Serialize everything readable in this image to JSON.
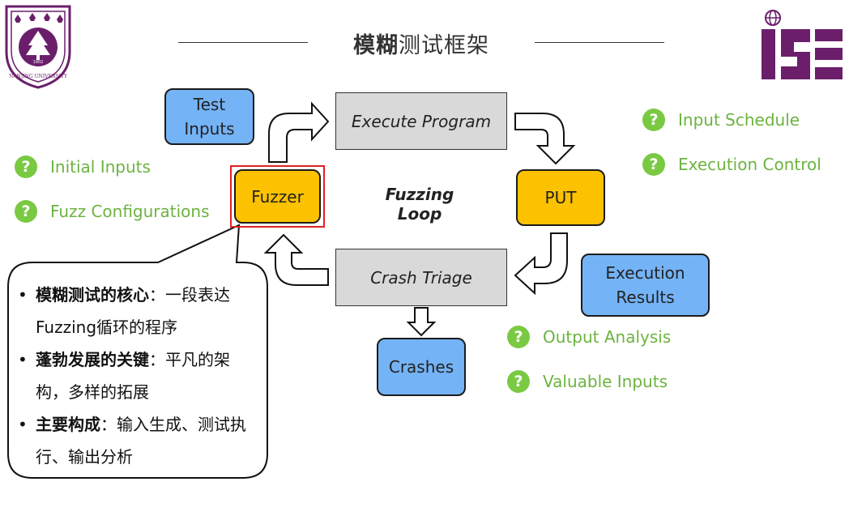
{
  "title": {
    "bold": "模糊",
    "rest": "测试框架"
  },
  "loop_label": "Fuzzing Loop",
  "boxes": {
    "test_inputs": [
      "Test",
      "Inputs"
    ],
    "execute_program": "Execute Program",
    "fuzzer": "Fuzzer",
    "put": "PUT",
    "crash_triage": "Crash Triage",
    "execution_results": [
      "Execution",
      "Results"
    ],
    "crashes": "Crashes"
  },
  "questions_left": [
    "Initial Inputs",
    "Fuzz Configurations"
  ],
  "questions_right_top": [
    "Input Schedule",
    "Execution Control"
  ],
  "questions_right_bottom": [
    "Output Analysis",
    "Valuable Inputs"
  ],
  "question_glyph": "?",
  "bubble": {
    "items": [
      {
        "bold": "模糊测试的核心",
        "rest": "：一段表达Fuzzing循环的程序"
      },
      {
        "bold": "蓬勃发展的关键",
        "rest": "：平凡的架构，多样的拓展"
      },
      {
        "bold": "主要构成",
        "rest": "：输入生成、测试执行、输出分析"
      }
    ]
  },
  "logos": {
    "left": {
      "name": "Nanjing University seal",
      "text": "NANJING UNIVERSITY",
      "year": "1902"
    },
    "right": {
      "name": "ISE logo",
      "text": "iSE"
    }
  },
  "colors": {
    "blue": "#74b3f5",
    "orange": "#fcc200",
    "gray": "#d9d9d9",
    "green": "#7ac943",
    "highlight_red": "#e02020",
    "purple": "#6b1f6b"
  }
}
